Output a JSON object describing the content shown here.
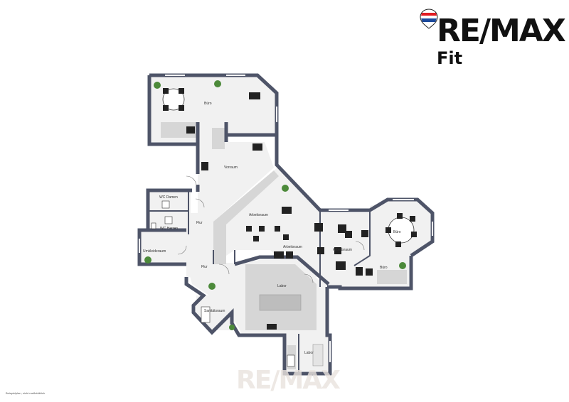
{
  "brand": {
    "wordmark": "RE/MAX",
    "office": "Fit",
    "colors": {
      "red": "#e11b22",
      "blue": "#1c4a9c",
      "black": "#111111"
    }
  },
  "disclaimer": "Beispielplan, nicht maßstäblich",
  "watermark": "RE/MAX",
  "rooms": {
    "buero_oben": "Büro",
    "vorraum": "Vorraum",
    "wc_damen": "WC Damen",
    "wc_herren": "WC Herren",
    "flur_1": "Flur",
    "umkleideraum": "Umkleideraum",
    "flur_2": "Flur",
    "arbeitsraum_1": "Arbeitsraum",
    "arbeitsraum_2": "Arbeitsraum",
    "arbeitsraum_3": "Arbeitsraum",
    "buero_rund": "Büro",
    "buero_rechts": "Büro",
    "labor_1": "Labor",
    "labor_2": "Labor",
    "sanitaetsraum": "Sanitätsraum"
  },
  "colors": {
    "wall": "#4e5468",
    "floor": "#f1f1f1",
    "floor_dark": "#d9d9d9",
    "plant": "#4c8a3a",
    "furniture": "#222222"
  }
}
